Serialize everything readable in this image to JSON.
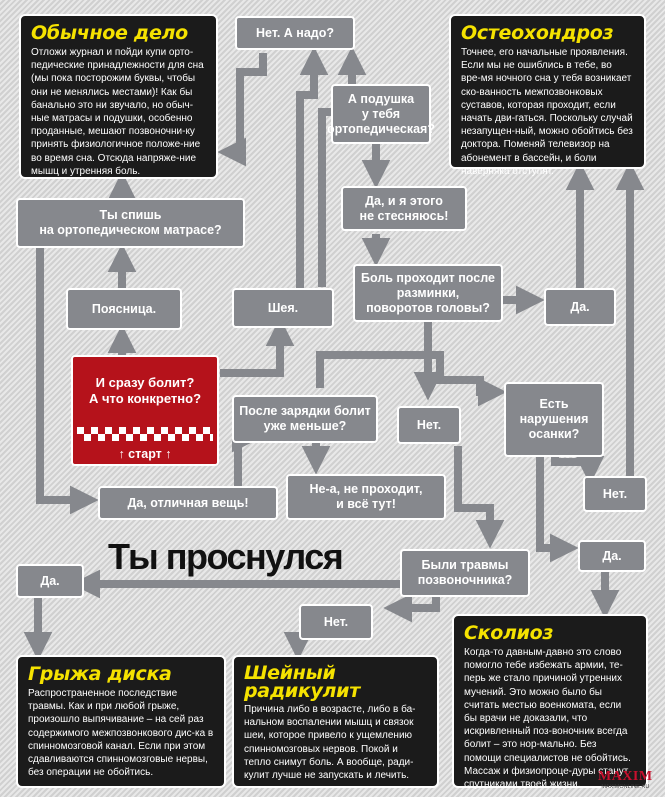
{
  "title": "Ты проснулся",
  "start": {
    "question": "И сразу болит?\nА что конкретно?",
    "label": "↑ старт ↑"
  },
  "nodes": {
    "ne_a_nado": "Нет. А надо?",
    "a_podushka": "А подушка\nу тебя\nортопедическая?",
    "da_ya_etogo": "Да, и я этого\nне стесняюсь!",
    "ty_spish": "Ты спишь\nна ортопедическом матрасе?",
    "bol_prohodit": "Боль проходит после\nразминки,\nповоротов головы?",
    "poyasnitsa": "Поясница.",
    "sheya": "Шея.",
    "da_1": "Да.",
    "posle_zaryadki": "После зарядки болит\nуже меньше?",
    "net_1": "Нет.",
    "est_narusheniya": "Есть\nнарушения\nосанки?",
    "da_otlichnaya": "Да, отличная вещь!",
    "ne_a_ne_prohodit": "Не-а, не проходит,\nи всё тут!",
    "net_2": "Нет.",
    "byli_travmy": "Были травмы\nпозвоночника?",
    "da_2": "Да.",
    "da_3": "Да.",
    "net_3": "Нет."
  },
  "panels": {
    "obychnoe": {
      "title": "Обычное дело",
      "text": "Отложи журнал и пойди купи орто-педические принадлежности для сна (мы пока посторожим буквы, чтобы они не менялись местами)! Как бы банально это ни звучало, но обыч-ные матрасы и подушки, особенно проданные, мешают позвоночни-ку принять физиологичное положе-ние во время сна. Отсюда напряже-ние мышц и утренняя боль."
    },
    "osteohondroz": {
      "title": "Остеохондроз",
      "text": "Точнее, его начальные проявления. Если мы не ошиблись в тебе, во вре-мя ночного сна у тебя возникает ско-ванность межпозвонковых суставов, которая проходит, если начать дви-гаться. Поскольку случай незапущен-ный, можно обойтись без доктора. Поменяй телевизор на абонемент в бассейн, и боли наверняка отступят."
    },
    "gryzha": {
      "title": "Грыжа диска",
      "text": "Распространенное последствие травмы. Как и при любой грыже, произошло выпячивание – на сей раз содержимого межпозвонкового дис-ка в спинномозговой канал. Если при этом сдавливаются спинномозговые нервы, без операции не обойтись."
    },
    "radikulit": {
      "title": "Шейный\nрадикулит",
      "text": "Причина либо в возрасте, либо в ба-нальном воспалении мышц и связок шеи, которое привело к ущемлению спинномозговых нервов. Покой и тепло снимут боль. А вообще, ради-кулит лучше не запускать и лечить."
    },
    "skolioz": {
      "title": "Сколиоз",
      "text": "Когда-то давным-давно это слово помогло тебе избежать армии, те-перь же стало причиной утренних мучений. Это можно было бы считать местью военкомата, если бы врачи не доказали, что искривленный поз-воночник всегда болит – это нор-мально. Без помощи специалистов не обойтись. Массаж и физиопроце-дуры станут спутниками твоей жизни."
    }
  },
  "logo": {
    "brand": "MAXIM",
    "url": "MAXIMONLINE.RU"
  },
  "colors": {
    "node": "#86888d",
    "panel": "#1b1b1b",
    "heading": "#f5e200",
    "start": "#b5121b",
    "arrow": "#86888d"
  }
}
